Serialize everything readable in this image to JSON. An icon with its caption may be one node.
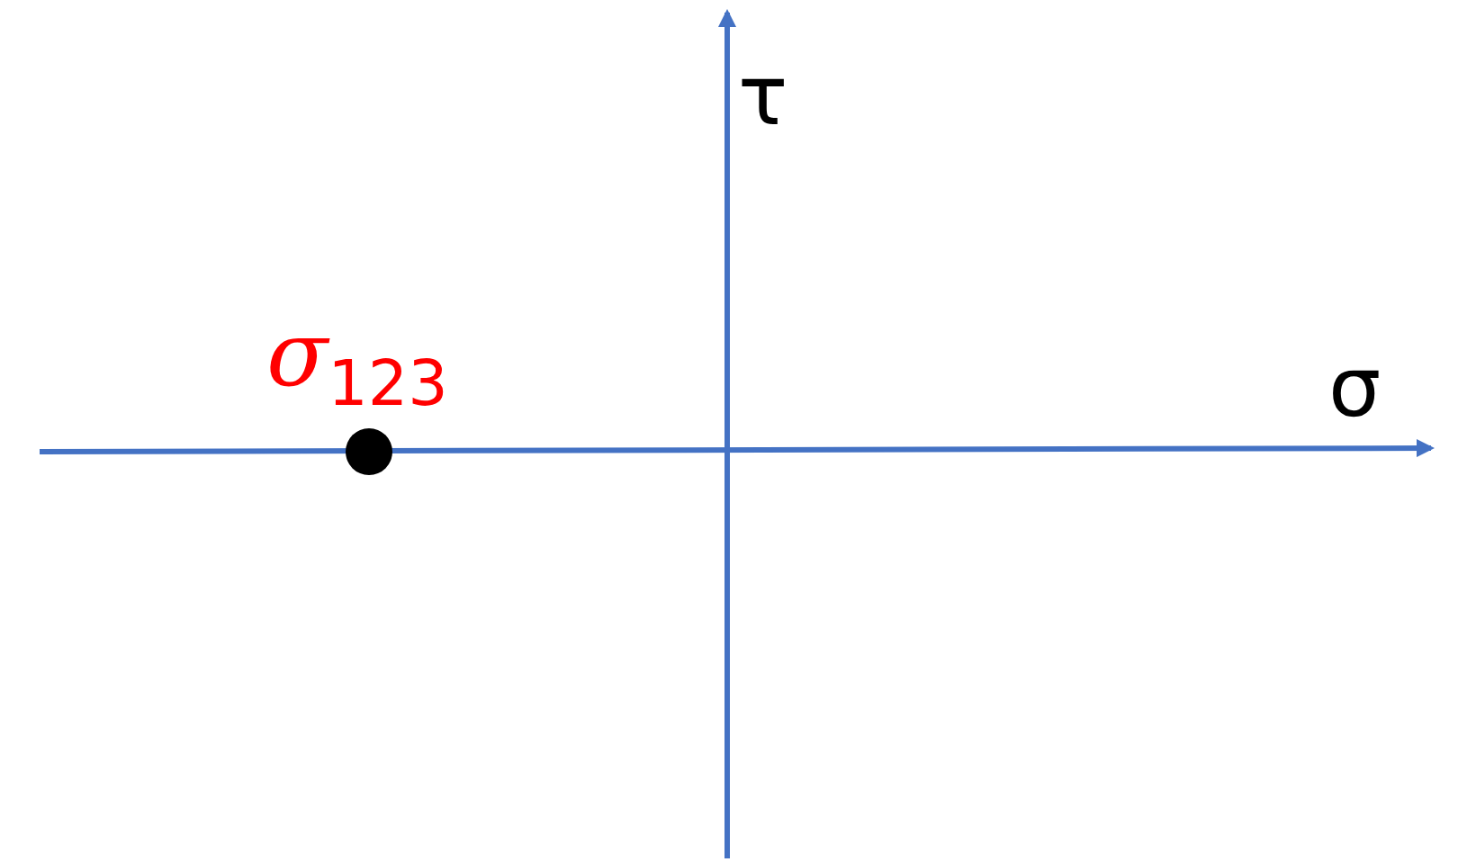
{
  "diagram": {
    "labels": [
      "τ",
      "σ$_{123}$",
      "σ"
    ]
  }
}
